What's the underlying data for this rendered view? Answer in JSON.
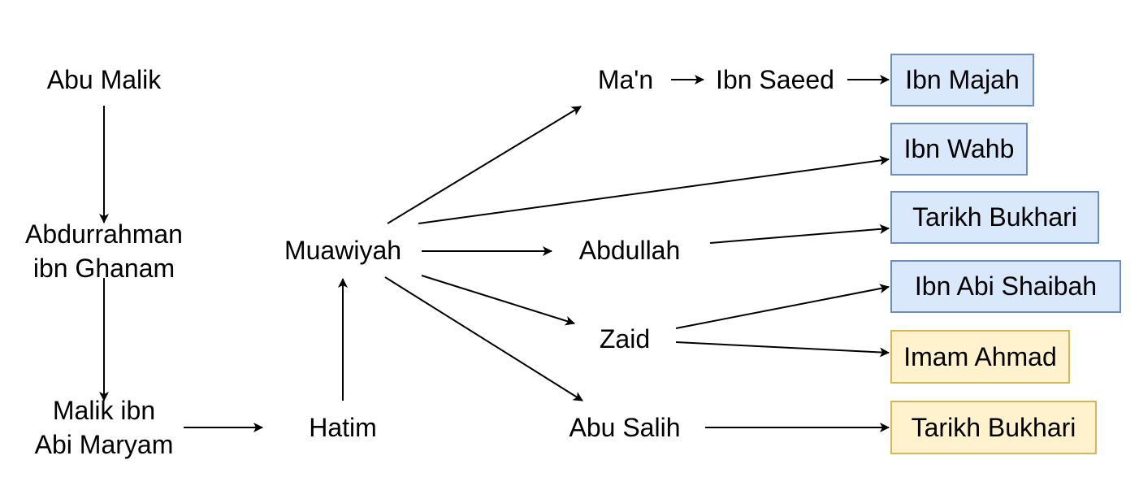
{
  "diagram": {
    "type": "hadith-chain-of-narration",
    "narrators": {
      "abu_malik": "Abu Malik",
      "abdurrahman_1": "Abdurrahman",
      "abdurrahman_2": "ibn Ghanam",
      "malik_1": "Malik ibn",
      "malik_2": "Abi Maryam",
      "hatim": "Hatim",
      "muawiyah": "Muawiyah",
      "man": "Ma'n",
      "ibn_saeed": "Ibn Saeed",
      "abdullah": "Abdullah",
      "zaid": "Zaid",
      "abu_salih": "Abu Salih"
    },
    "sources": [
      {
        "id": "ibn_majah",
        "label": "Ibn Majah",
        "color": "blue"
      },
      {
        "id": "ibn_wahb",
        "label": "Ibn Wahb",
        "color": "blue"
      },
      {
        "id": "tarikh_bukhari_1",
        "label": "Tarikh Bukhari",
        "color": "blue"
      },
      {
        "id": "ibn_abi_shaibah",
        "label": "Ibn Abi Shaibah",
        "color": "blue"
      },
      {
        "id": "imam_ahmad",
        "label": "Imam Ahmad",
        "color": "yellow"
      },
      {
        "id": "tarikh_bukhari_2",
        "label": "Tarikh Bukhari",
        "color": "yellow"
      }
    ],
    "colors": {
      "blue_fill": "#dae8fc",
      "blue_stroke": "#6c8ebf",
      "yellow_fill": "#fff2cc",
      "yellow_stroke": "#d6b656",
      "edge": "#000000"
    },
    "edges": [
      [
        "Abu Malik",
        "Abdurrahman ibn Ghanam"
      ],
      [
        "Abdurrahman ibn Ghanam",
        "Malik ibn Abi Maryam"
      ],
      [
        "Malik ibn Abi Maryam",
        "Hatim"
      ],
      [
        "Hatim",
        "Muawiyah"
      ],
      [
        "Muawiyah",
        "Ma'n"
      ],
      [
        "Muawiyah",
        "Ibn Wahb"
      ],
      [
        "Muawiyah",
        "Abdullah"
      ],
      [
        "Muawiyah",
        "Zaid"
      ],
      [
        "Muawiyah",
        "Abu Salih"
      ],
      [
        "Ma'n",
        "Ibn Saeed"
      ],
      [
        "Ibn Saeed",
        "Ibn Majah"
      ],
      [
        "Abdullah",
        "Tarikh Bukhari"
      ],
      [
        "Zaid",
        "Ibn Abi Shaibah"
      ],
      [
        "Zaid",
        "Imam Ahmad"
      ],
      [
        "Abu Salih",
        "Tarikh Bukhari"
      ]
    ]
  }
}
